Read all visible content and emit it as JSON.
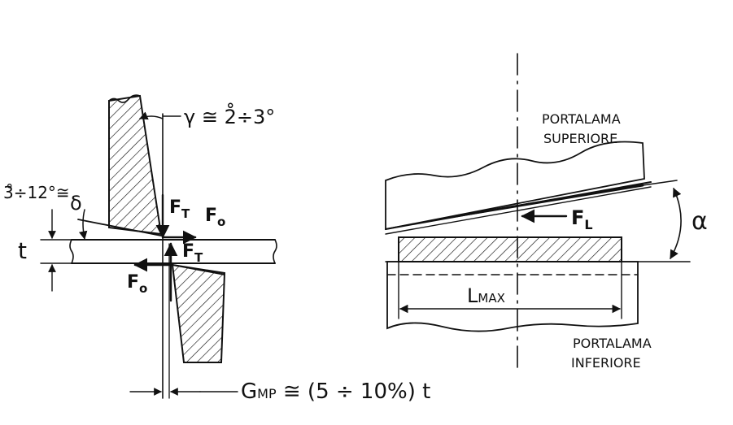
{
  "left_diagram": {
    "gamma_label": "γ ≅ 2̊÷3°",
    "delta_range_label": "3̊÷12°≅",
    "delta_symbol": "δ",
    "thickness_label": "t",
    "force_ft_upper": "F",
    "force_ft_upper_sub": "T",
    "force_fo_upper": "F",
    "force_fo_upper_sub": "o",
    "force_ft_lower": "F",
    "force_ft_lower_sub": "T",
    "force_fo_lower": "F",
    "force_fo_lower_sub": "o",
    "gap_label": "G",
    "gap_label_sub": "MP",
    "gap_formula": " ≅ (5 ÷ 10%) t"
  },
  "right_diagram": {
    "upper_holder_line1": "PORTALAMA",
    "upper_holder_line2": "SUPERIORE",
    "lower_holder_line1": "PORTALAMA",
    "lower_holder_line2": "INFERIORE",
    "force_fl": "F",
    "force_fl_sub": "L",
    "length_label": "L",
    "length_label_sub": "MAX",
    "alpha_symbol": "α"
  },
  "colors": {
    "ink": "#111111",
    "paper": "#ffffff"
  }
}
